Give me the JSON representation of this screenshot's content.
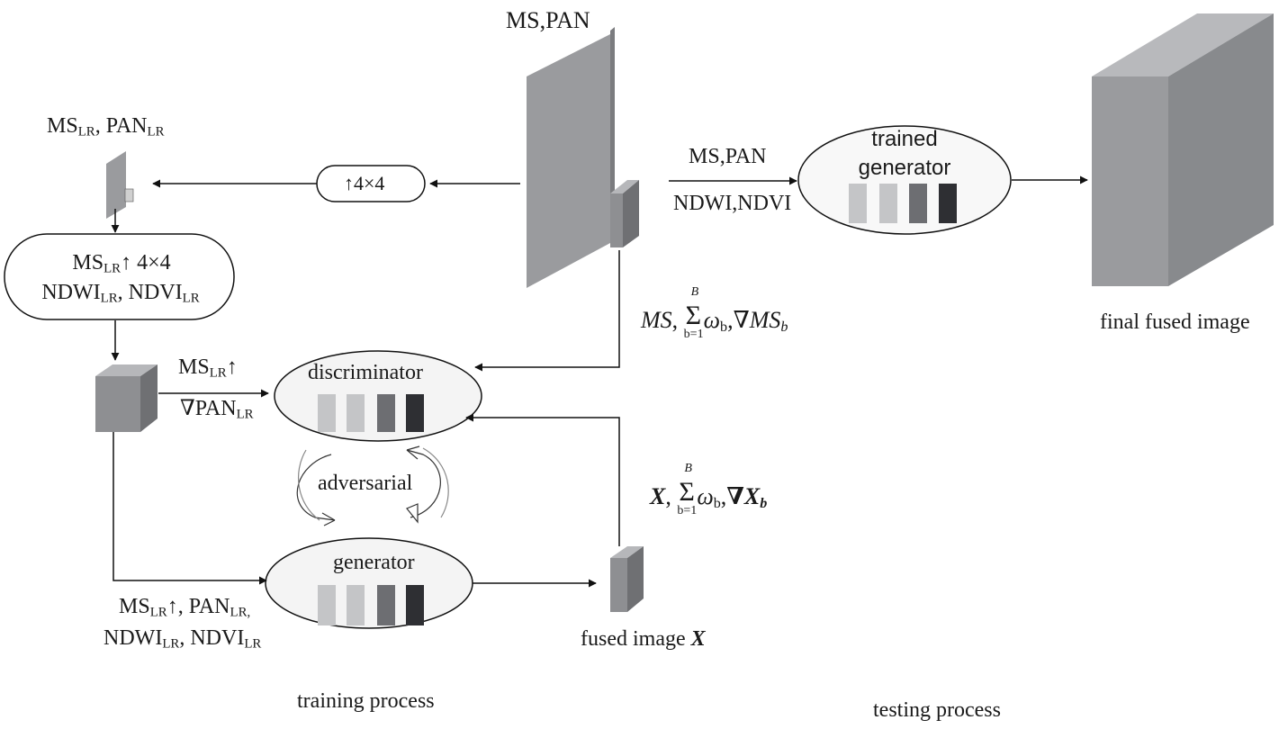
{
  "top_input": "MS,PAN",
  "lowres_label": {
    "ms": "MS",
    "lr1": "LR",
    "pan": "PAN",
    "lr2": "LR"
  },
  "downsample_box": "↑4×4",
  "preprocess_box": {
    "ms": "MS",
    "lr": "LR",
    "suffix": "↑ 4×4",
    "ndwi": "NDWI",
    "ndvi": "NDVI"
  },
  "disc_input": {
    "ms": "MS",
    "lr": "LR",
    "arrow": "↑",
    "grad_pan": "∇PAN",
    "lr2": "LR"
  },
  "gen_input": {
    "ms": "MS",
    "lr": "LR",
    "arrow_pan": "↑, PAN",
    "lr2": "LR,",
    "ndwi": "NDWI",
    "ndvi": "NDVI"
  },
  "ms_loss_label": {
    "ms": "MS",
    "sum_top": "B",
    "sum_bot": "b=1",
    "omega": "ω",
    "b": "b",
    "grad": "∇MS",
    "sub": "b"
  },
  "x_loss_label": {
    "x": "X",
    "sum_top": "B",
    "sum_bot": "b=1",
    "omega": "ω",
    "b": "b",
    "grad": "∇X",
    "sub": "b"
  },
  "nodes": {
    "discriminator": "discriminator",
    "adversarial": "adversarial",
    "generator": "generator",
    "trained_generator_line1": "trained",
    "trained_generator_line2": "generator"
  },
  "test_input_line1": "MS,PAN",
  "test_input_line2": "NDWI,NDVI",
  "fused_image": {
    "prefix": "fused image",
    "var": "X"
  },
  "final_fused_image": "final fused image",
  "training_process": "training process",
  "testing_process": "testing process",
  "colors": {
    "block_gray": "#9a9b9e",
    "block_dark": "#7b7c7f",
    "bar_light": "#c4c5c7",
    "bar_mid": "#6d6e72",
    "bar_dark": "#2e2f33",
    "ellipse_fill": "#f4f4f4"
  }
}
